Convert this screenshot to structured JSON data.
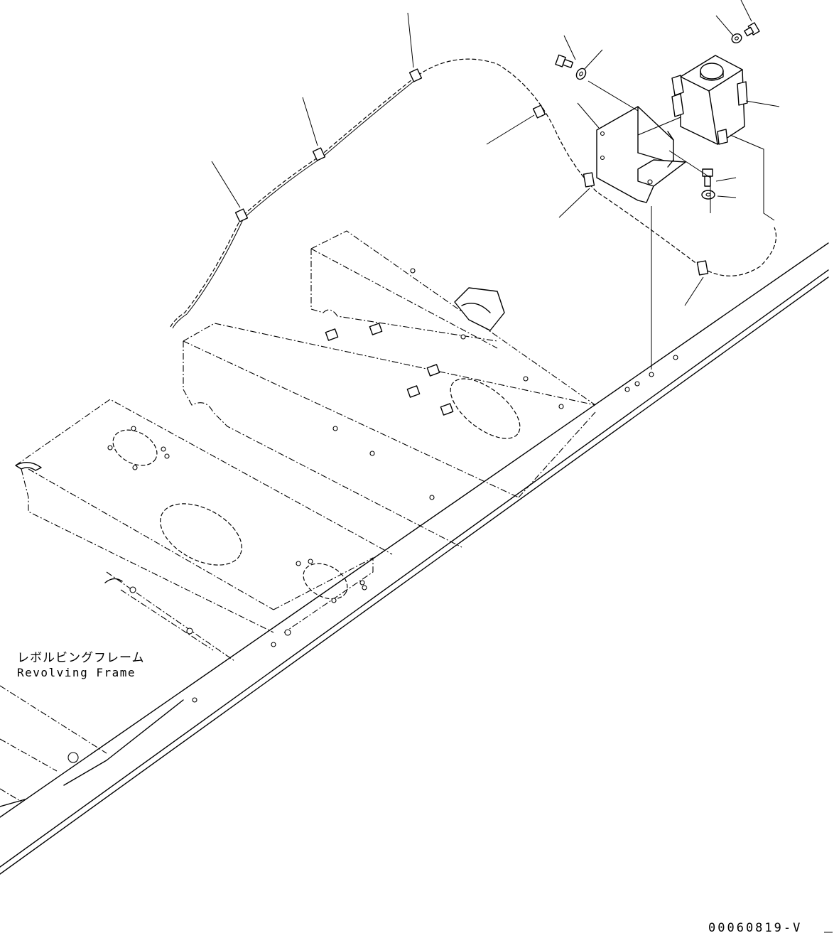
{
  "labels": {
    "part_name_jp": "レボルビングフレーム",
    "part_name_en": "Revolving Frame"
  },
  "drawing_code": "00060819-V"
}
